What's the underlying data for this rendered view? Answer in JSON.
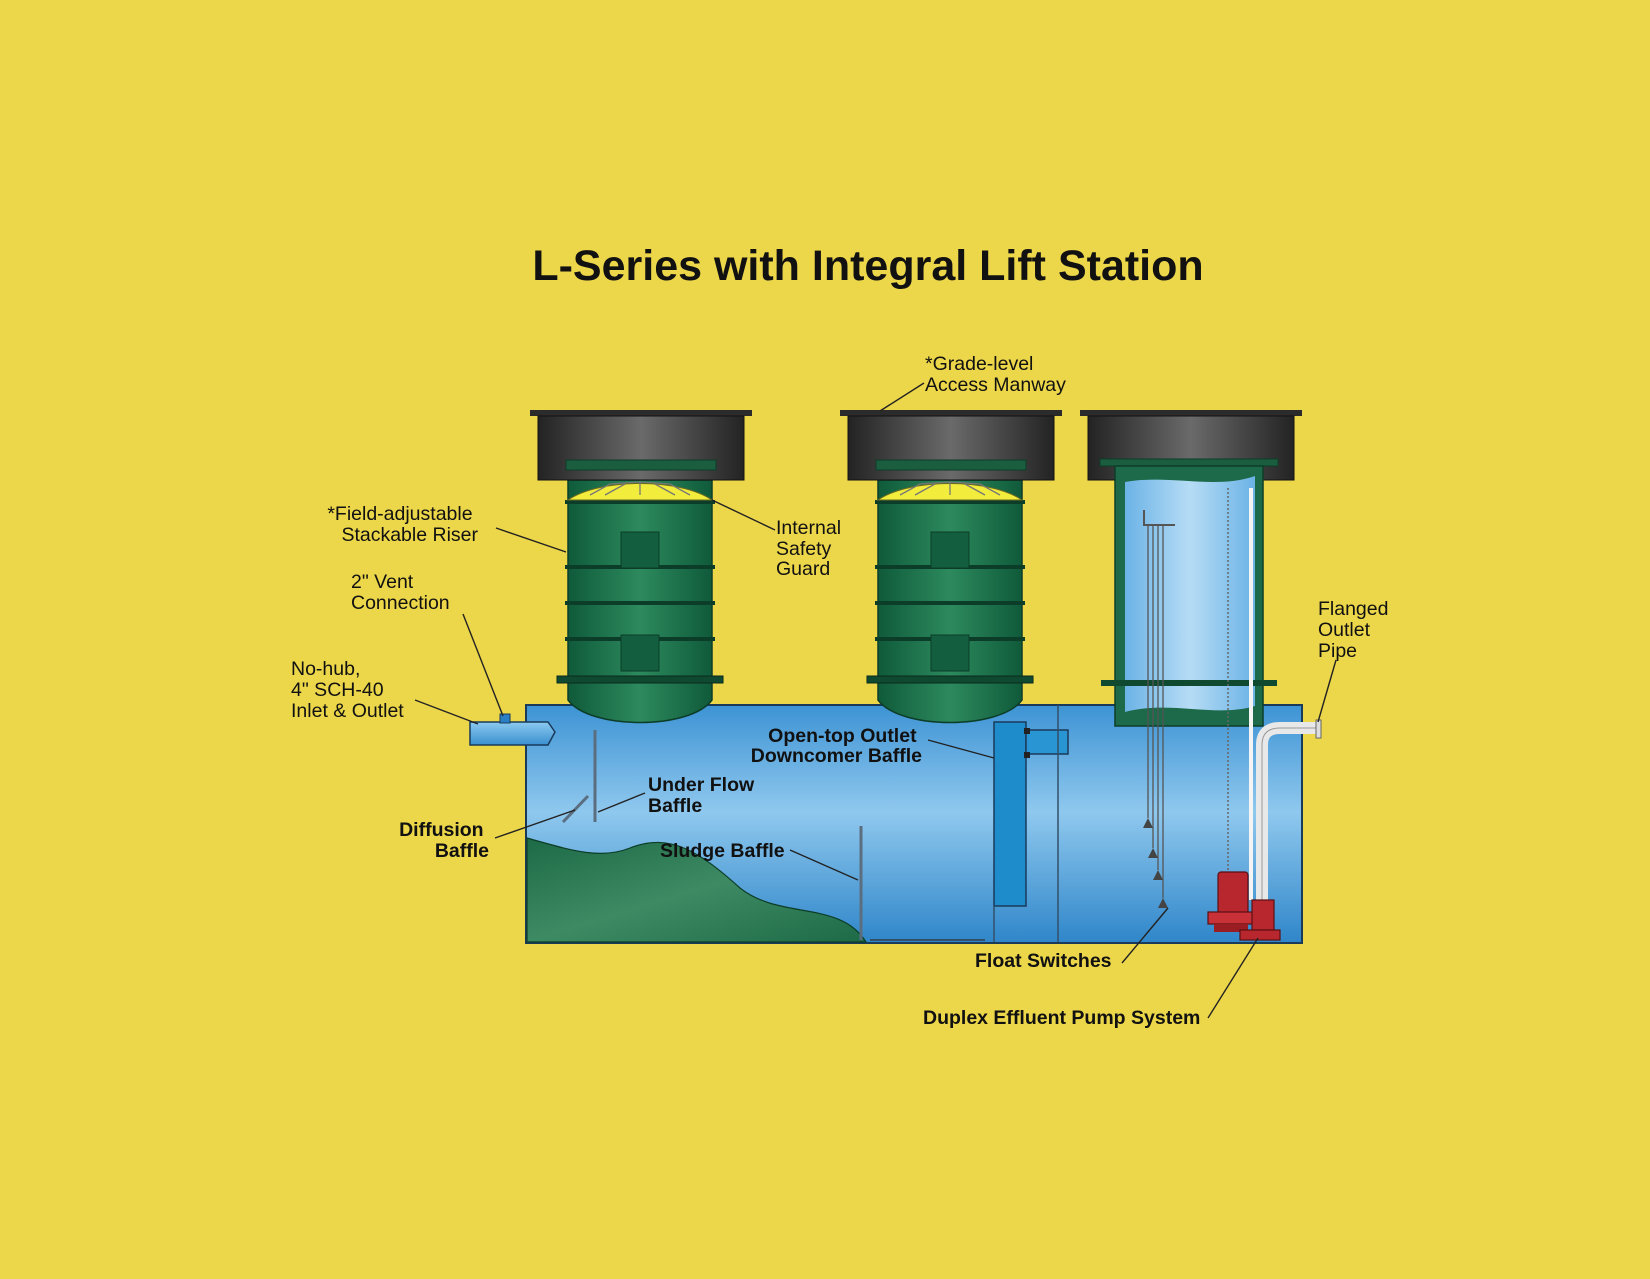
{
  "title": "L-Series with Integral Lift Station",
  "colors": {
    "background": "#ecd64a",
    "tank_water": "#4fa3dc",
    "riser_green": "#1f6e4e",
    "lid_black": "#2e2e2e",
    "safety_guard_yellow": "#f2ec3c",
    "pump_red": "#b8262e"
  },
  "labels": {
    "manway": [
      "*Grade-level",
      "Access Manway"
    ],
    "riser": [
      "*Field-adjustable",
      "Stackable Riser"
    ],
    "safety_guard": [
      "Internal",
      "Safety",
      "Guard"
    ],
    "vent": [
      "2\" Vent",
      "Connection"
    ],
    "inlet": [
      "No-hub,",
      "4\" SCH-40",
      "Inlet & Outlet"
    ],
    "outlet_pipe": [
      "Flanged",
      "Outlet",
      "Pipe"
    ],
    "downcomer": [
      "Open-top Outlet",
      "Downcomer Baffle"
    ],
    "under_flow": [
      "Under Flow",
      "Baffle"
    ],
    "diffusion": [
      "Diffusion",
      "Baffle"
    ],
    "sludge": [
      "Sludge Baffle"
    ],
    "float": [
      "Float Switches"
    ],
    "pump": [
      "Duplex Effluent Pump System"
    ]
  }
}
